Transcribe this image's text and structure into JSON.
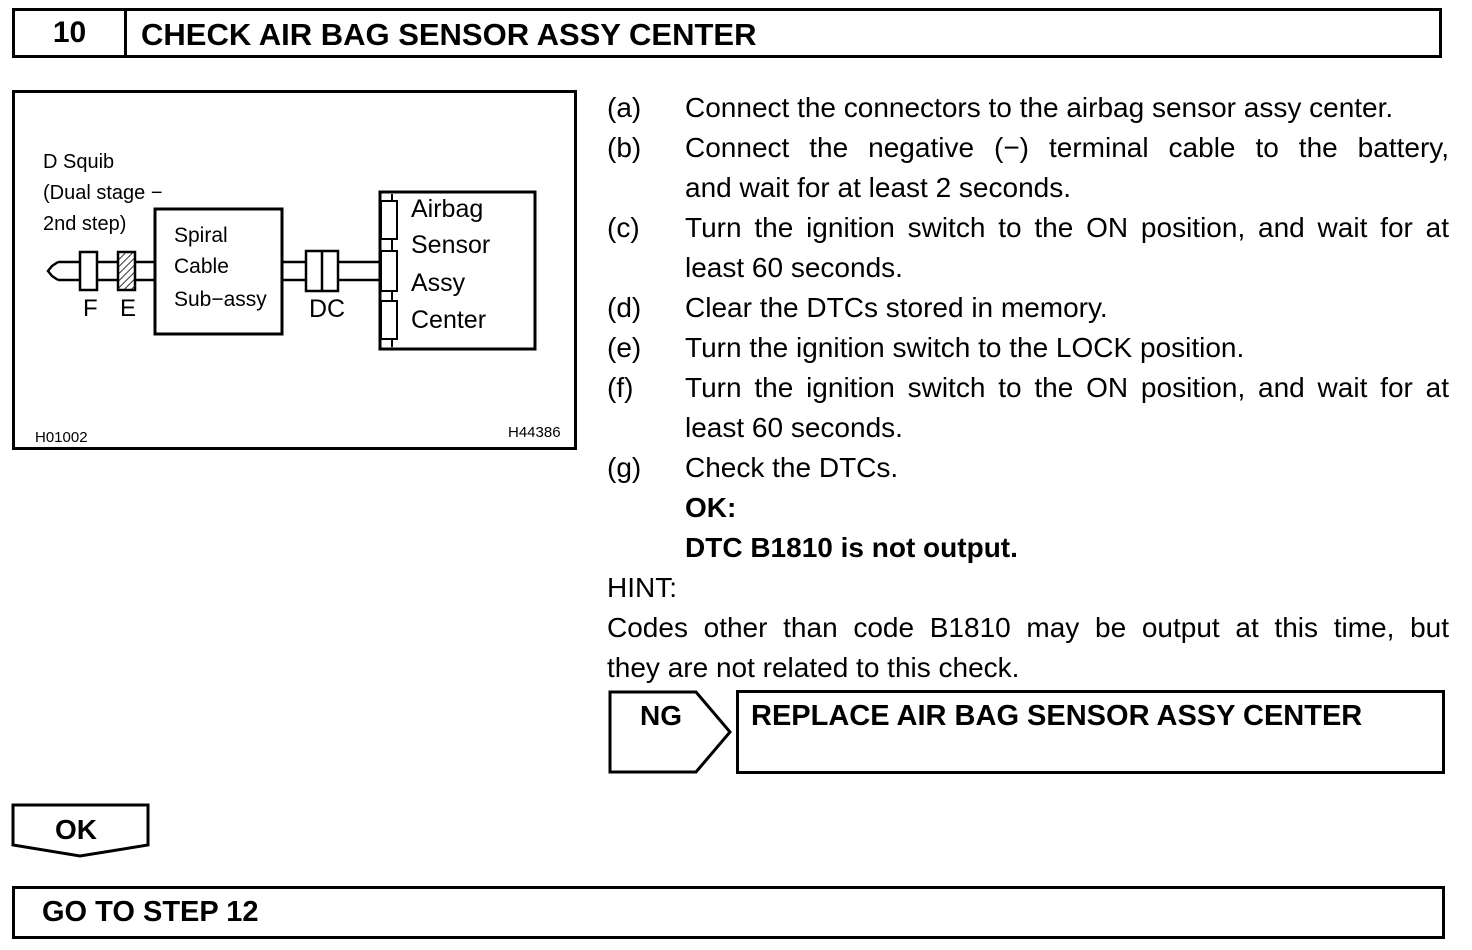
{
  "header": {
    "step_number": "10",
    "title": "CHECK AIR BAG SENSOR ASSY CENTER"
  },
  "diagram": {
    "squib_label": [
      "D Squib",
      "(Dual stage −",
      "2nd step)"
    ],
    "connector_f": "F",
    "connector_e": "E",
    "spiral_label": [
      "Spiral",
      "Cable",
      "Sub−assy"
    ],
    "connector_dc": "DC",
    "sensor_label": [
      "Airbag",
      "Sensor",
      "Assy",
      "Center"
    ],
    "code_left": "H01002",
    "code_right": "H44386"
  },
  "procedure": {
    "steps": [
      {
        "letter": "(a)",
        "lines": [
          "Connect the connectors to the airbag sensor assy center."
        ]
      },
      {
        "letter": "(b)",
        "lines": [
          "Connect the negative (−) terminal cable to the battery,",
          "and wait for at least 2 seconds."
        ]
      },
      {
        "letter": "(c)",
        "lines": [
          "Turn the ignition switch to the ON position, and wait for at",
          "least 60 seconds."
        ]
      },
      {
        "letter": "(d)",
        "lines": [
          "Clear the DTCs stored in memory."
        ]
      },
      {
        "letter": "(e)",
        "lines": [
          "Turn the ignition switch to the LOCK position."
        ]
      },
      {
        "letter": "(f)",
        "lines": [
          "Turn the ignition switch to the ON position, and wait for at",
          "least 60 seconds."
        ]
      },
      {
        "letter": "(g)",
        "lines": [
          "Check the DTCs."
        ]
      }
    ],
    "ok_heading": "OK:",
    "ok_condition": "DTC B1810 is not output.",
    "hint_label": "HINT:",
    "hint_lines": [
      "Codes other than code B1810 may be output at this time, but",
      "they are not related to this check."
    ]
  },
  "ng_branch": {
    "label": "NG",
    "action": "REPLACE AIR BAG SENSOR ASSY CENTER"
  },
  "ok_branch": {
    "label": "OK",
    "action": "GO TO STEP 12"
  }
}
